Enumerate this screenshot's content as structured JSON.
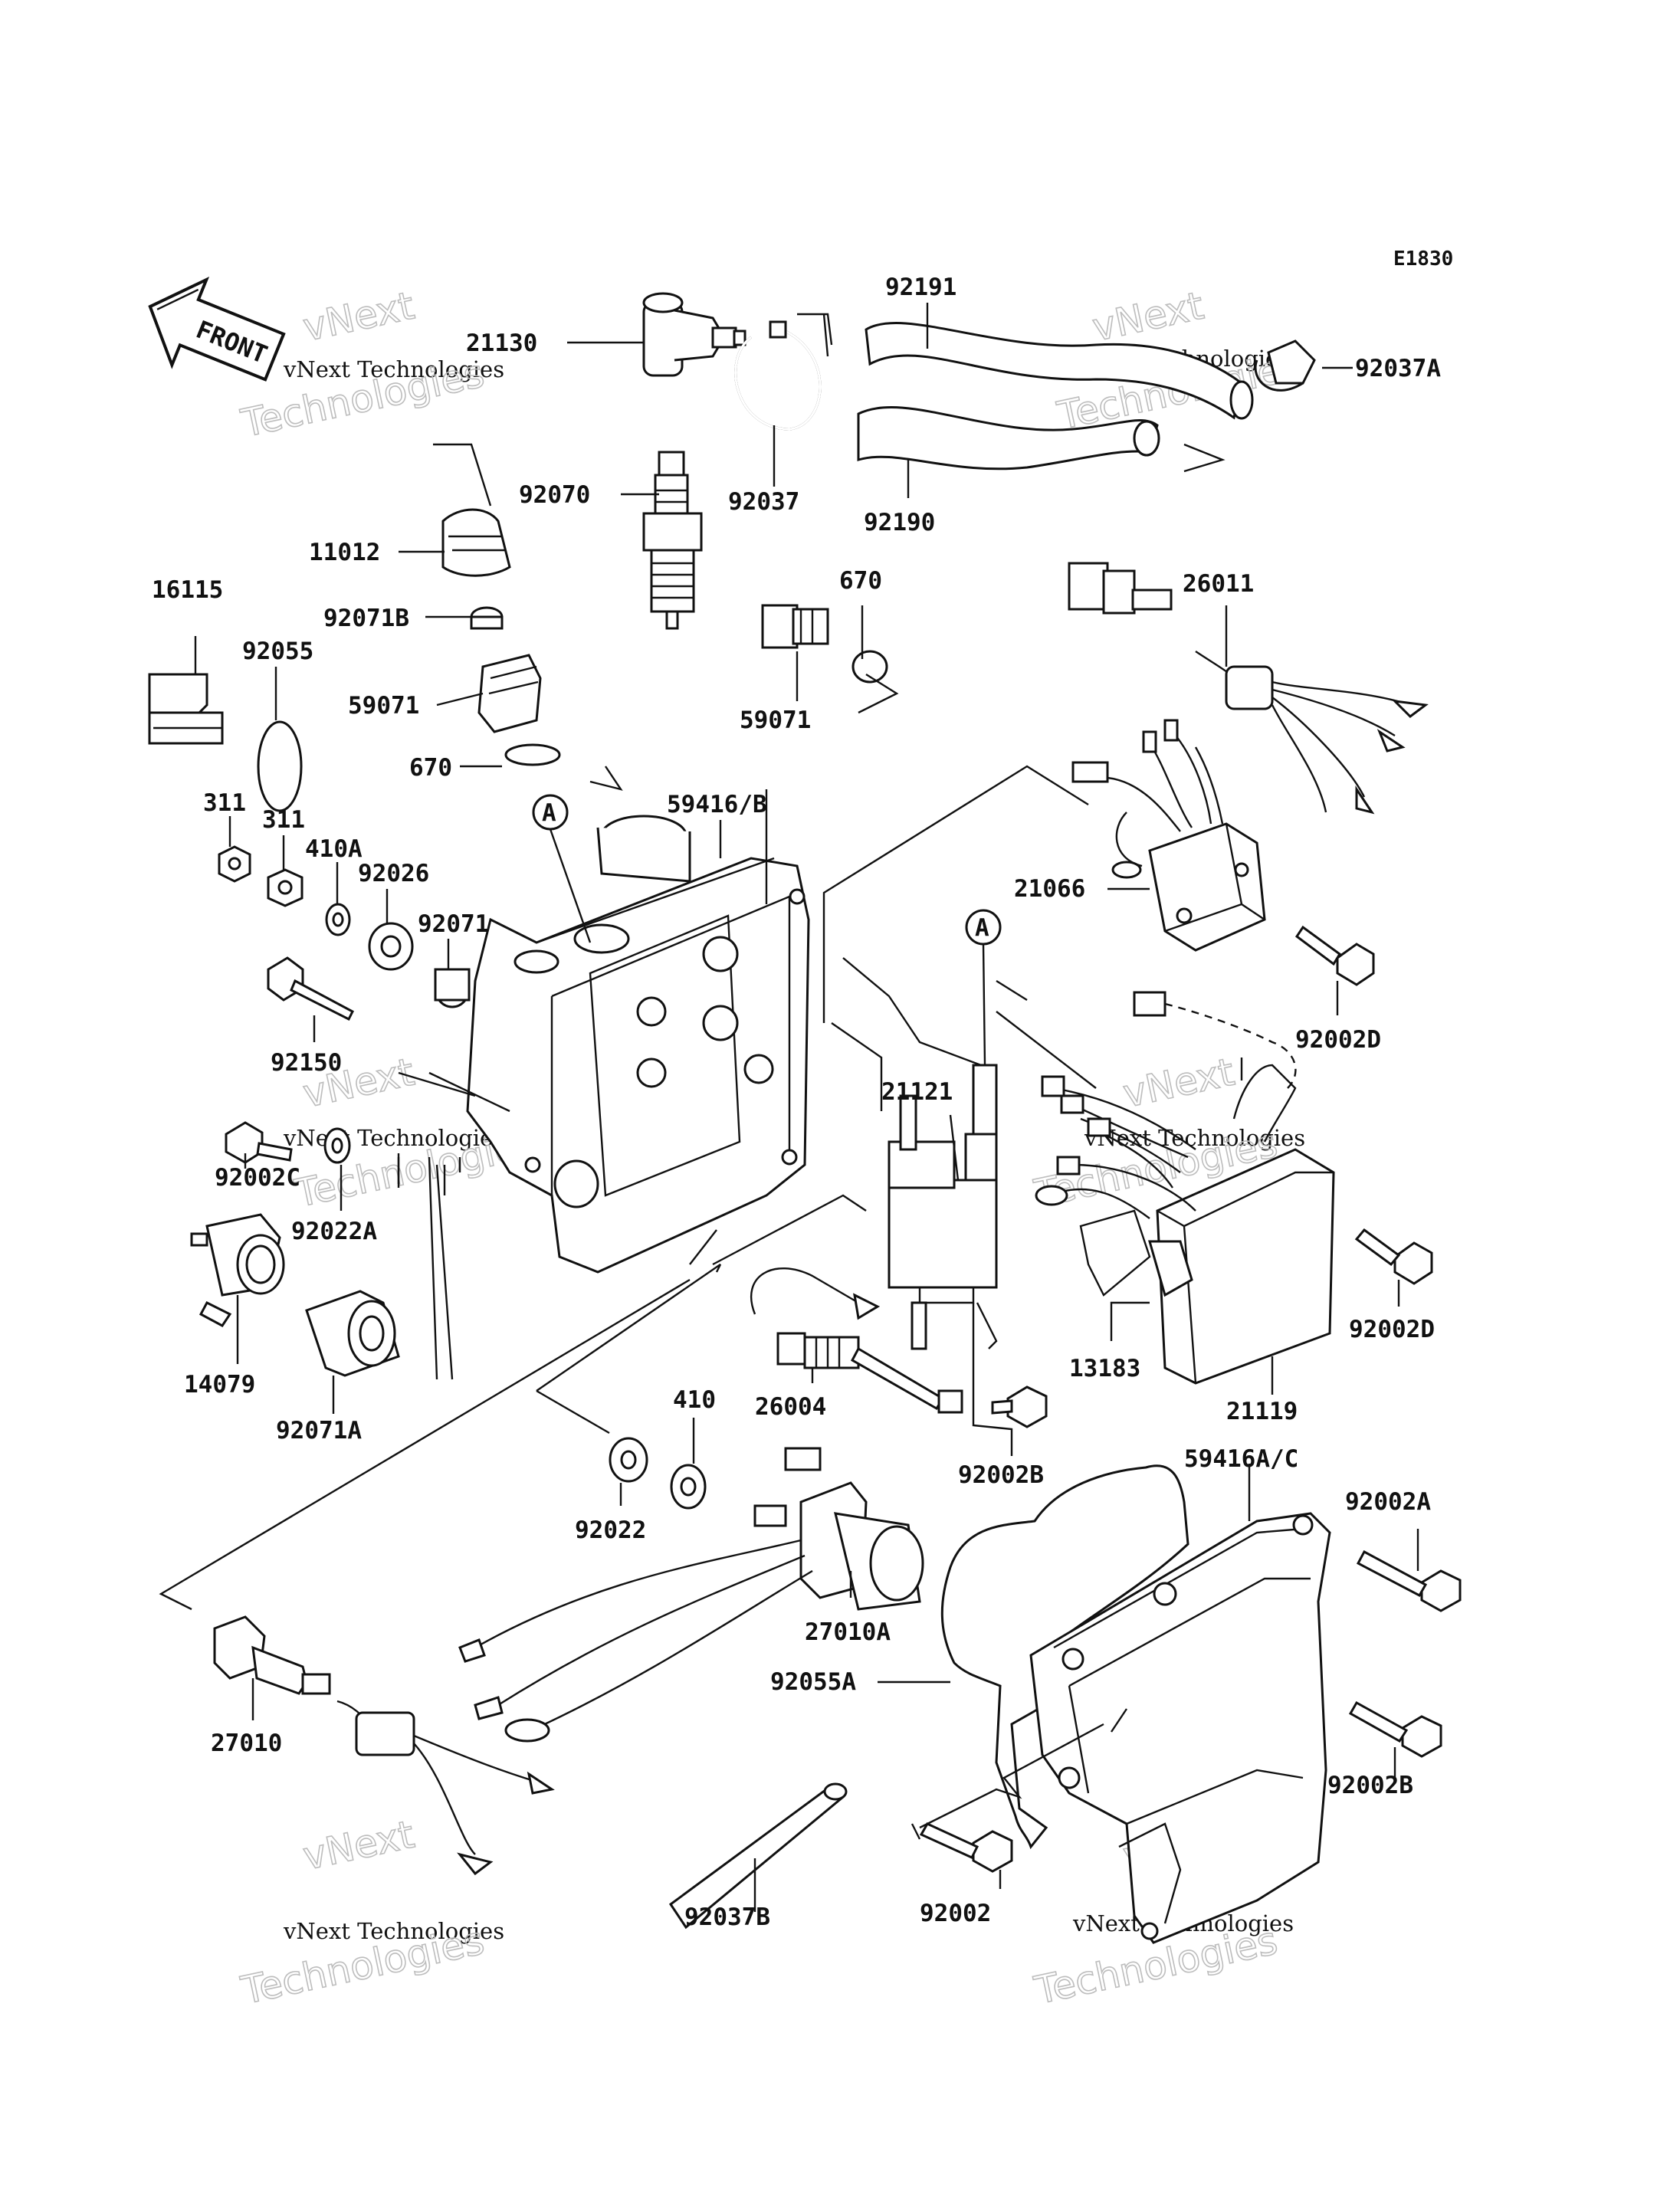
{
  "diagram_code": "E1830",
  "front_label": "FRONT",
  "ref_marker": "A",
  "watermarks": [
    {
      "line1": "vNext Technologies",
      "line2": "Technologies"
    },
    {
      "line1": "vNext Technologies",
      "line2": "Technologies"
    },
    {
      "line1": "vNext Technologies",
      "line2": "Technologies"
    },
    {
      "line1": "vNext Technologies",
      "line2": "Technologies"
    },
    {
      "line1": "vNext Technologies",
      "line2": "Technologies"
    },
    {
      "line1": "vNext Technologies",
      "line2": "Technologies"
    }
  ],
  "watermark_ghost": "vNext",
  "parts": [
    {
      "id": "p21130",
      "label": "21130"
    },
    {
      "id": "p92191",
      "label": "92191"
    },
    {
      "id": "p92037A",
      "label": "92037A"
    },
    {
      "id": "p92070",
      "label": "92070"
    },
    {
      "id": "p92037",
      "label": "92037"
    },
    {
      "id": "p92190",
      "label": "92190"
    },
    {
      "id": "p11012",
      "label": "11012"
    },
    {
      "id": "p16115",
      "label": "16115"
    },
    {
      "id": "p670a",
      "label": "670"
    },
    {
      "id": "p26011",
      "label": "26011"
    },
    {
      "id": "p92071B",
      "label": "92071B"
    },
    {
      "id": "p92055",
      "label": "92055"
    },
    {
      "id": "p59071a",
      "label": "59071"
    },
    {
      "id": "p59071b",
      "label": "59071"
    },
    {
      "id": "p670b",
      "label": "670"
    },
    {
      "id": "p311a",
      "label": "311"
    },
    {
      "id": "p59416B",
      "label": "59416/B"
    },
    {
      "id": "p311b",
      "label": "311"
    },
    {
      "id": "p410A",
      "label": "410A"
    },
    {
      "id": "p92026",
      "label": "92026"
    },
    {
      "id": "p21066",
      "label": "21066"
    },
    {
      "id": "p92071",
      "label": "92071"
    },
    {
      "id": "p92002Da",
      "label": "92002D"
    },
    {
      "id": "p92150",
      "label": "92150"
    },
    {
      "id": "p21121",
      "label": "21121"
    },
    {
      "id": "p92002C",
      "label": "92002C"
    },
    {
      "id": "p92022A",
      "label": "92022A"
    },
    {
      "id": "p92002Db",
      "label": "92002D"
    },
    {
      "id": "p14079",
      "label": "14079"
    },
    {
      "id": "p13183",
      "label": "13183"
    },
    {
      "id": "p92071A",
      "label": "92071A"
    },
    {
      "id": "p410",
      "label": "410"
    },
    {
      "id": "p26004",
      "label": "26004"
    },
    {
      "id": "p21119",
      "label": "21119"
    },
    {
      "id": "p92002B_a",
      "label": "92002B"
    },
    {
      "id": "p59416AC",
      "label": "59416A/C"
    },
    {
      "id": "p92022",
      "label": "92022"
    },
    {
      "id": "p92002A",
      "label": "92002A"
    },
    {
      "id": "p27010A",
      "label": "27010A"
    },
    {
      "id": "p92055A",
      "label": "92055A"
    },
    {
      "id": "p27010",
      "label": "27010"
    },
    {
      "id": "p92002B_b",
      "label": "92002B"
    },
    {
      "id": "p92037B",
      "label": "92037B"
    },
    {
      "id": "p92002",
      "label": "92002"
    }
  ]
}
